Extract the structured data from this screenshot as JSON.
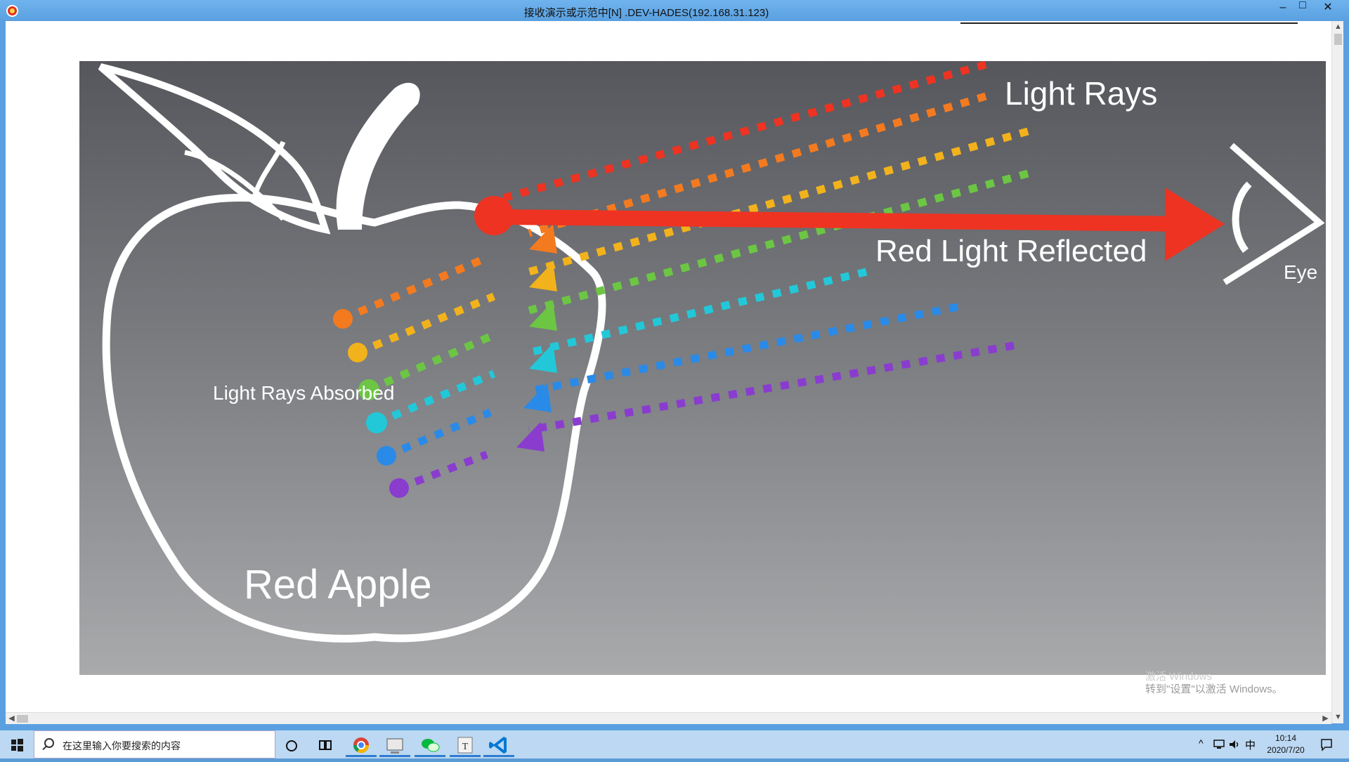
{
  "window": {
    "title": "接收演示或示范中[N] .DEV-HADES(192.168.31.123)",
    "minimize_glyph": "–",
    "maximize_glyph": "□",
    "close_glyph": "✕"
  },
  "slide": {
    "title_light_rays": "Light Rays",
    "label_red_light_reflected": "Red Light Reflected",
    "label_eye": "Eye",
    "label_light_rays_absorbed": "Light Rays Absorbed",
    "label_red_apple": "Red Apple",
    "colors": {
      "red": "#ee3322",
      "orange": "#f47a20",
      "yellow": "#f2b21c",
      "green": "#6cc644",
      "cyan": "#22c8d8",
      "blue": "#2a8ae8",
      "purple": "#8a3ccf"
    }
  },
  "watermark": {
    "line1": "激活 Windows",
    "line2": "转到\"设置\"以激活 Windows。"
  },
  "taskbar": {
    "search_placeholder": "在这里输入你要搜索的内容",
    "apps": [
      "start-icon",
      "cortana-icon",
      "task-view-icon",
      "chrome-icon",
      "remote-desktop-icon",
      "wechat-icon",
      "typora-icon",
      "vscode-icon"
    ],
    "time": "10:14",
    "date": "2020/7/20",
    "ime": "中"
  }
}
